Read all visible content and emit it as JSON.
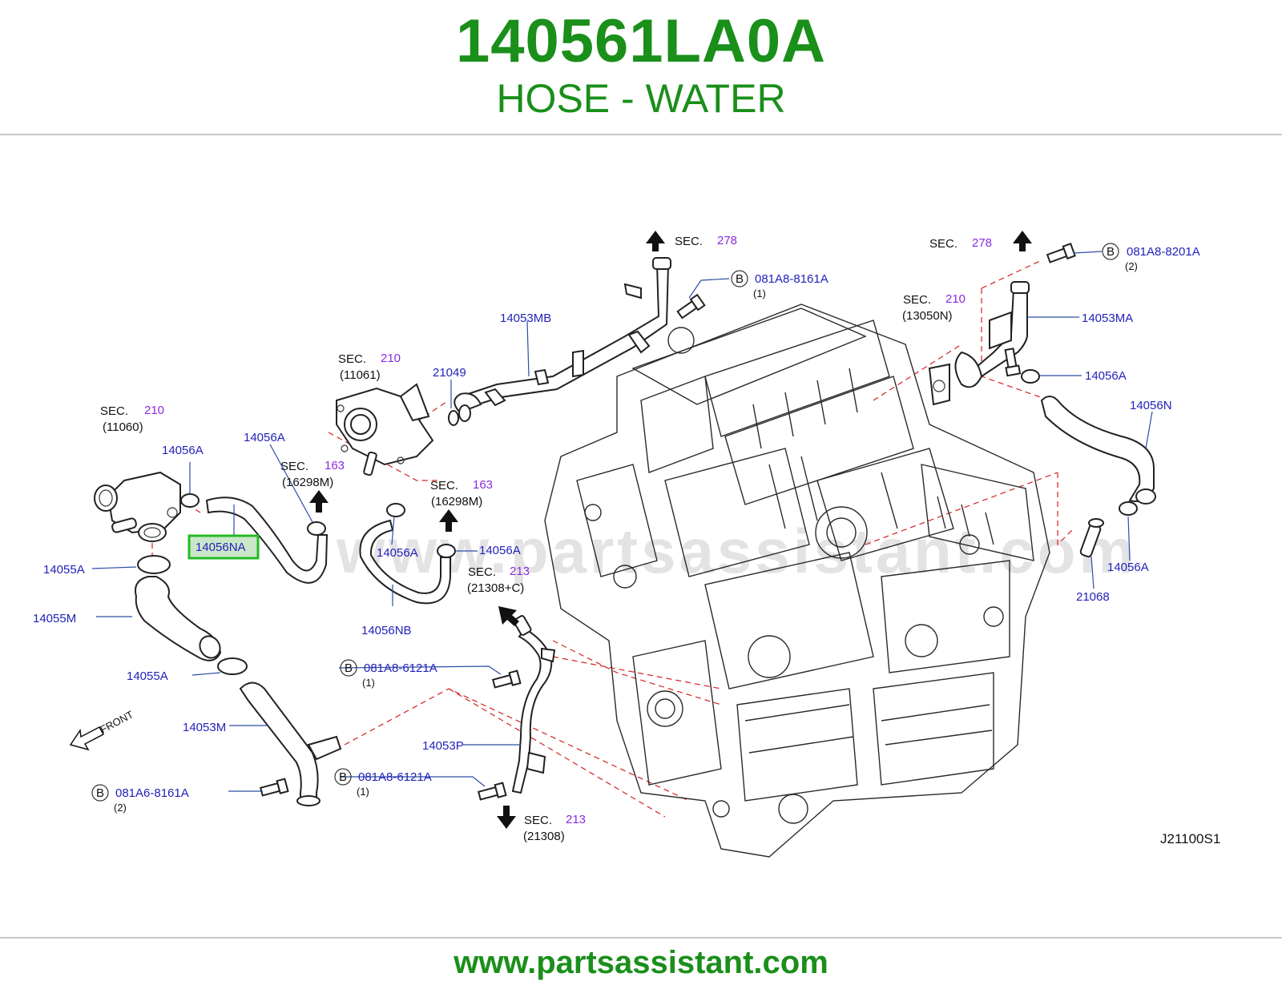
{
  "header": {
    "part_number": "140561LA0A",
    "part_description": "HOSE - WATER"
  },
  "footer": {
    "website": "www.partsassistant.com"
  },
  "diagram": {
    "watermark": "www.partsassistant.com",
    "figure_code": "J21100S1",
    "front_label": "FRONT",
    "highlighted_part": "14056NA",
    "part_labels": {
      "p14053MB": "14053MB",
      "p21049": "21049",
      "p14056A_top": "14056A",
      "p14056A_left": "14056A",
      "p14056A_mid": "14056A",
      "p14056A_center": "14056A",
      "p14056A_right_top": "14056A",
      "p14056A_right_bottom": "14056A",
      "p14055A_top": "14055A",
      "p14055A_bottom": "14055A",
      "p14055M": "14055M",
      "p14053M": "14053M",
      "p14056NB": "14056NB",
      "p14053P": "14053P",
      "p14053MA": "14053MA",
      "p14056N": "14056N",
      "p21068": "21068"
    },
    "sec_refs": {
      "sec_word": "SEC.",
      "s278_left": {
        "num": "278"
      },
      "s278_right": {
        "num": "278"
      },
      "s210_11061": {
        "num": "210",
        "sub": "(11061)"
      },
      "s210_11060": {
        "num": "210",
        "sub": "(11060)"
      },
      "s210_13050N": {
        "num": "210",
        "sub": "(13050N)"
      },
      "s163_a": {
        "num": "163",
        "sub": "(16298M)"
      },
      "s163_b": {
        "num": "163",
        "sub": "(16298M)"
      },
      "s213_top": {
        "num": "213",
        "sub": "(21308+C)"
      },
      "s213_bottom": {
        "num": "213",
        "sub": "(21308)"
      }
    },
    "bolts": {
      "b1": {
        "letter": "B",
        "code": "081A8-8161A",
        "qty": "(1)"
      },
      "b2": {
        "letter": "B",
        "code": "081A8-8201A",
        "qty": "(2)"
      },
      "b3": {
        "letter": "B",
        "code": "081A8-6121A",
        "qty": "(1)"
      },
      "b4": {
        "letter": "B",
        "code": "081A8-6121A",
        "qty": "(1)"
      },
      "b5": {
        "letter": "B",
        "code": "081A6-8161A",
        "qty": "(2)"
      }
    },
    "colors": {
      "brand_green": "#1a8f1a",
      "label_blue": "#2222bb",
      "sec_purple": "#8a2be2",
      "leader_dash_red": "#d62020",
      "highlight_green": "#22bb22",
      "highlight_fill": "#c9e6c9"
    }
  }
}
